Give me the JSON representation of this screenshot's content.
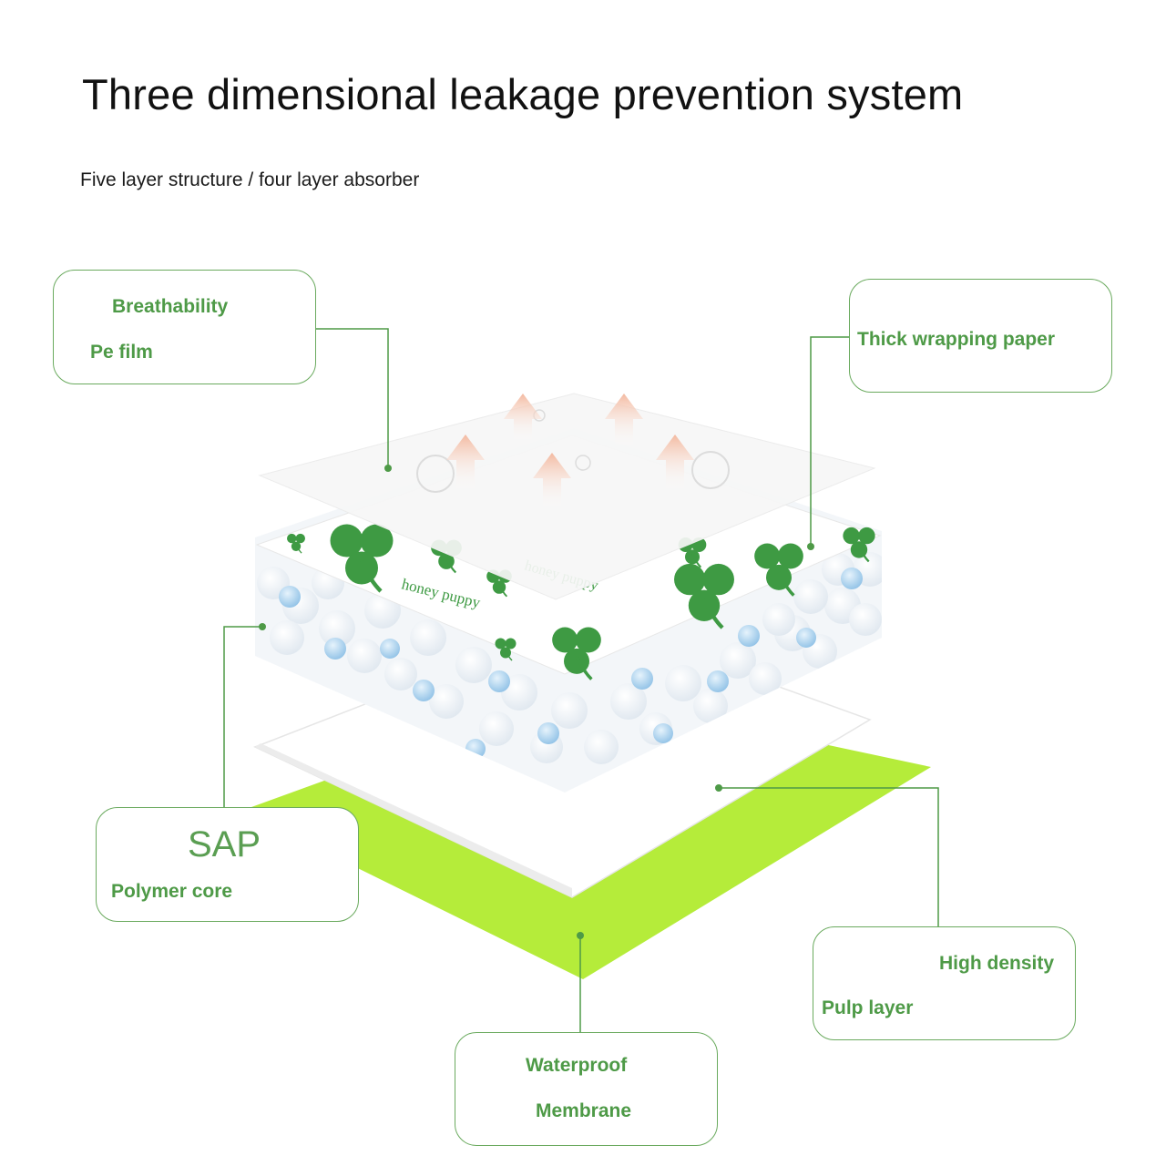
{
  "title": "Three dimensional leakage prevention system",
  "subtitle": "Five layer structure / four layer absorber",
  "colors": {
    "accent_green": "#4e9a47",
    "callout_border": "#6aaa5e",
    "membrane_green": "#b5ec3a",
    "arrow_peach": "#f6c9b5",
    "bubble_blue": "#a8d0ec"
  },
  "brand_print": "honey puppy",
  "callouts": {
    "pe_film": {
      "line1": "Breathability",
      "line2": "Pe film"
    },
    "wrapping": {
      "line1": "Thick wrapping paper"
    },
    "sap": {
      "line1": "SAP",
      "line2": "Polymer core"
    },
    "pulp": {
      "line1": "High density",
      "line2": "Pulp layer"
    },
    "membrane": {
      "line1": "Waterproof",
      "line2": "Membrane"
    }
  }
}
